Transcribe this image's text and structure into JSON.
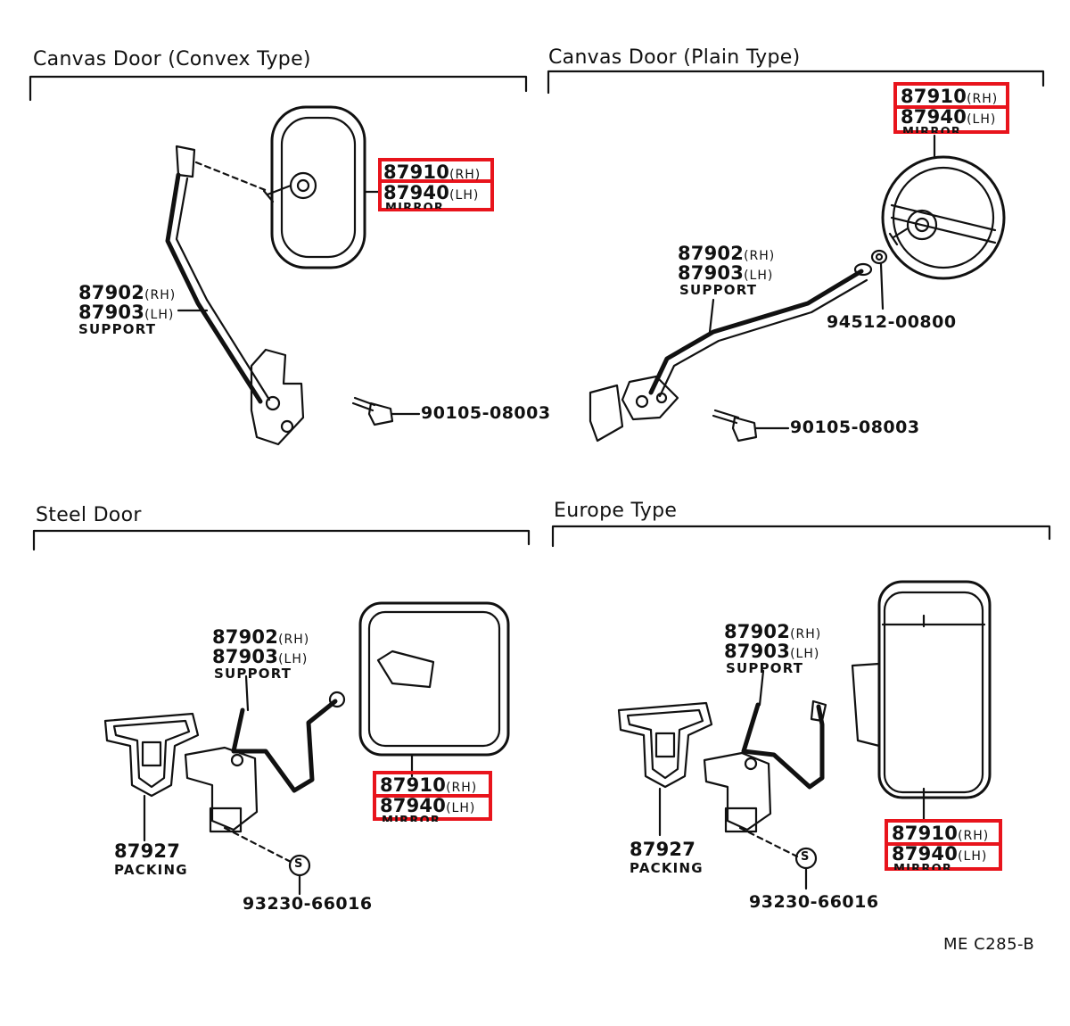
{
  "sections": [
    {
      "title": "Canvas Door (Convex Type)"
    },
    {
      "title": "Canvas Door (Plain Type)"
    },
    {
      "title": "Steel Door"
    },
    {
      "title": "Europe Type"
    }
  ],
  "parts": {
    "mirror": {
      "rh": "87910",
      "rh_side": "(RH)",
      "lh": "87940",
      "lh_side": "(LH)",
      "name": "MIRROR"
    },
    "support": {
      "rh": "87902",
      "rh_side": "(RH)",
      "lh": "87903",
      "lh_side": "(LH)",
      "name": "SUPPORT"
    },
    "packing": {
      "number": "87927",
      "name": "PACKING"
    },
    "bolt": "90105-08003",
    "washer": "94512-00800",
    "screw": "93230-66016",
    "screw_symbol": "S"
  },
  "highlight_color": "#e8141c",
  "diagram_code": "ME  C285-B"
}
